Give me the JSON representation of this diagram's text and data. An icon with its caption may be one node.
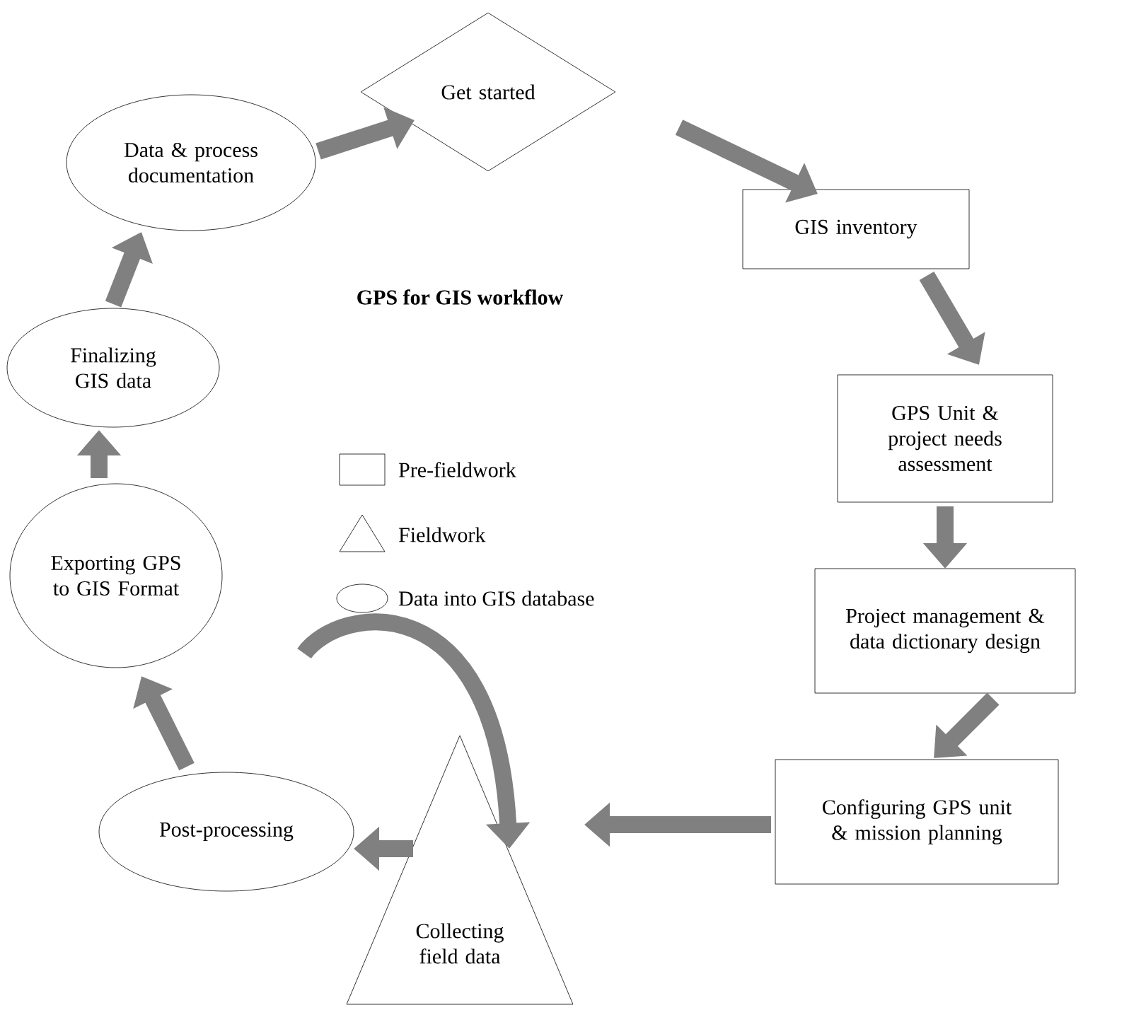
{
  "diagram": {
    "title": "GPS for GIS workflow",
    "nodes": [
      {
        "text": [
          "Get started"
        ]
      },
      {
        "text": [
          "GIS inventory"
        ]
      },
      {
        "text": [
          "GPS Unit & project needs assessment"
        ]
      },
      {
        "text": [
          "Project management & data dictionary design"
        ]
      },
      {
        "text": [
          "Configuring GPS unit & mission planning"
        ]
      },
      {
        "text": [
          "Collecting field data"
        ]
      },
      {
        "text": [
          "Post-processing"
        ]
      },
      {
        "text": [
          "Exporting GPS to GIS Format"
        ]
      },
      {
        "text": [
          "Finalizing GIS data"
        ]
      },
      {
        "text": [
          "Data & process documentation"
        ]
      }
    ],
    "edges": [
      {
        "from": 0,
        "to": 1,
        "arrow": "to"
      },
      {
        "from": 1,
        "to": 2,
        "arrow": "to"
      },
      {
        "from": 2,
        "to": 3,
        "arrow": "to"
      },
      {
        "from": 3,
        "to": 4,
        "arrow": "to"
      },
      {
        "from": 4,
        "to": 5,
        "arrow": "to"
      },
      {
        "from": 5,
        "to": 6,
        "arrow": "to"
      },
      {
        "from": 6,
        "to": 7,
        "arrow": "to"
      },
      {
        "from": 7,
        "to": 8,
        "arrow": "to"
      },
      {
        "from": 8,
        "to": 9,
        "arrow": "to"
      },
      {
        "from": 9,
        "to": 0,
        "arrow": "to"
      },
      {
        "from": null,
        "to": 5,
        "arrow": "to"
      }
    ],
    "legend": [
      {
        "text": "Pre-fieldwork"
      },
      {
        "text": "Fieldwork"
      },
      {
        "text": "Data into GIS database"
      }
    ]
  }
}
